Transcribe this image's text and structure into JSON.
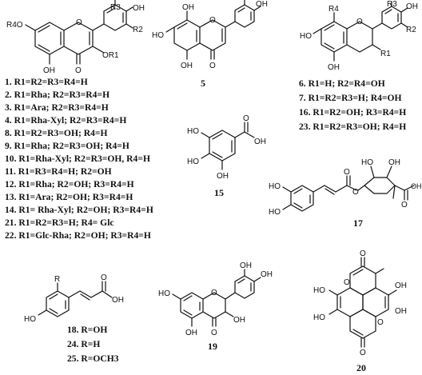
{
  "flavonol": {
    "substituents": [
      "R3",
      "OH",
      "R4O",
      "O",
      "R2",
      "OR1",
      "OH",
      "O"
    ],
    "legend": [
      "1. R1=R2=R3=R4=H",
      "2. R1=Rha; R2=R3=R4=H",
      "3. R1=Ara; R2=R3=R4=H",
      "4. R1=Rha-Xyl; R2=R3=R4=H",
      "8. R1=R2=R3=OH; R4=H",
      "9. R1=Rha; R2=R3=OH; R4=H",
      "10. R1=Rha-Xyl; R2=R3=OH, R4=H",
      "11. R1=R3=R4=H; R2=OH",
      "12. R1=Rha; R2=OH; R3=R4=H",
      "13. R1=Ara; R2=OH; R3=R4=H",
      "14. R1= Rha-Xyl; R2=OH; R3=R4=H",
      "21. R1=R2=R3=H; R4= Glc",
      "22. R1=Glc-Rha; R2=OH; R3=R4=H"
    ]
  },
  "compound5": {
    "number": "5",
    "labels": [
      "OH",
      "OH",
      "HO",
      "O",
      "OH",
      "OH",
      "O"
    ]
  },
  "flavanol": {
    "labels": [
      "R3",
      "OH",
      "R4",
      "HO",
      "O",
      "R2",
      "R1",
      "OH"
    ],
    "legend": [
      "6. R1=H; R2=R4=OH",
      "7. R1=R2=R3=H; R4=OH",
      "16. R1=R2=OH; R3=R4=H",
      "23. R1=R2=R3=OH; R4=H"
    ]
  },
  "compound15": {
    "number": "15",
    "labels": [
      "O",
      "OH",
      "HO",
      "HO",
      "OH"
    ]
  },
  "compound17": {
    "number": "17",
    "labels": [
      "HO",
      "OH",
      "HO",
      "O",
      "O",
      "OH",
      "HO",
      "O"
    ]
  },
  "cinnamic": {
    "labels": [
      "R",
      "O",
      "OH",
      "HO"
    ],
    "legend": [
      "18. R=OH",
      "24. R=H",
      "25. R=OCH3"
    ]
  },
  "compound19": {
    "number": "19",
    "labels": [
      "OH",
      "OH",
      "HO",
      "O",
      "OH",
      "OH",
      "O"
    ]
  },
  "compound20": {
    "number": "20",
    "labels": [
      "O",
      "O",
      "OH",
      "HO",
      "OH",
      "HO",
      "O",
      "O"
    ]
  }
}
